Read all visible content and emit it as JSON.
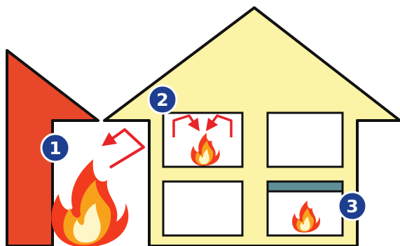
{
  "colors": {
    "house_fill": "#fbf3a6",
    "outline": "#111111",
    "neighbor_building": "#e8472a",
    "arrow": "#e8232a",
    "badge_fill": "#1e3f8f",
    "window_shutter": "#5e8f99",
    "flame_outer": "#f23a1e",
    "flame_middle": "#f7a21b",
    "flame_inner": "#fff6c8"
  },
  "markers": [
    {
      "label": "1",
      "description_icon": "number-badge-icon"
    },
    {
      "label": "2",
      "description_icon": "number-badge-icon"
    },
    {
      "label": "3",
      "description_icon": "number-badge-icon"
    }
  ],
  "icons": {
    "fire": "fire-icon",
    "arrow": "arrow-icon"
  }
}
